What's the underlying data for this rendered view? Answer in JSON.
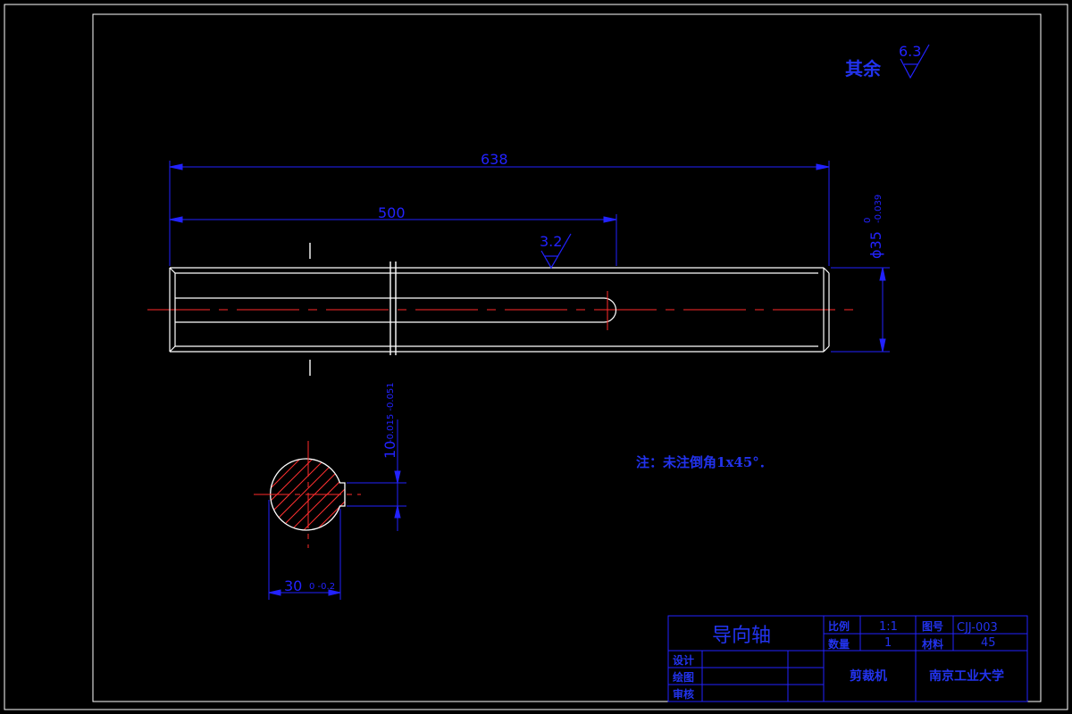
{
  "colors": {
    "background": "#000000",
    "outline": "#ffffff",
    "dimension": "#2222ff",
    "centerline": "#ff2a2a",
    "hatch": "#ff3030",
    "text_blue": "#2233ee"
  },
  "roughness": {
    "general_label": "其余",
    "general_value": "6.3",
    "surface_value": "3.2"
  },
  "dimensions": {
    "overall_length": "638",
    "keyway_length": "500",
    "diameter": "ϕ35",
    "diameter_tol_upper": "0",
    "diameter_tol_lower": "-0.039",
    "key_width": "10",
    "key_width_tol": "-0.015 -0.051",
    "section_depth": "30",
    "section_depth_tol": "0 -0.2"
  },
  "note": "注：未注倒角1x45°．",
  "title_block": {
    "part_name": "导向轴",
    "scale_label": "比例",
    "scale_value": "1:1",
    "drawing_no_label": "图号",
    "drawing_no": "CJJ-003",
    "quantity_label": "数量",
    "quantity_value": "1",
    "material_label": "材料",
    "material_value": "45",
    "design_label": "设计",
    "drawing_label": "绘图",
    "review_label": "审核",
    "assembly": "剪裁机",
    "school": "南京工业大学"
  }
}
